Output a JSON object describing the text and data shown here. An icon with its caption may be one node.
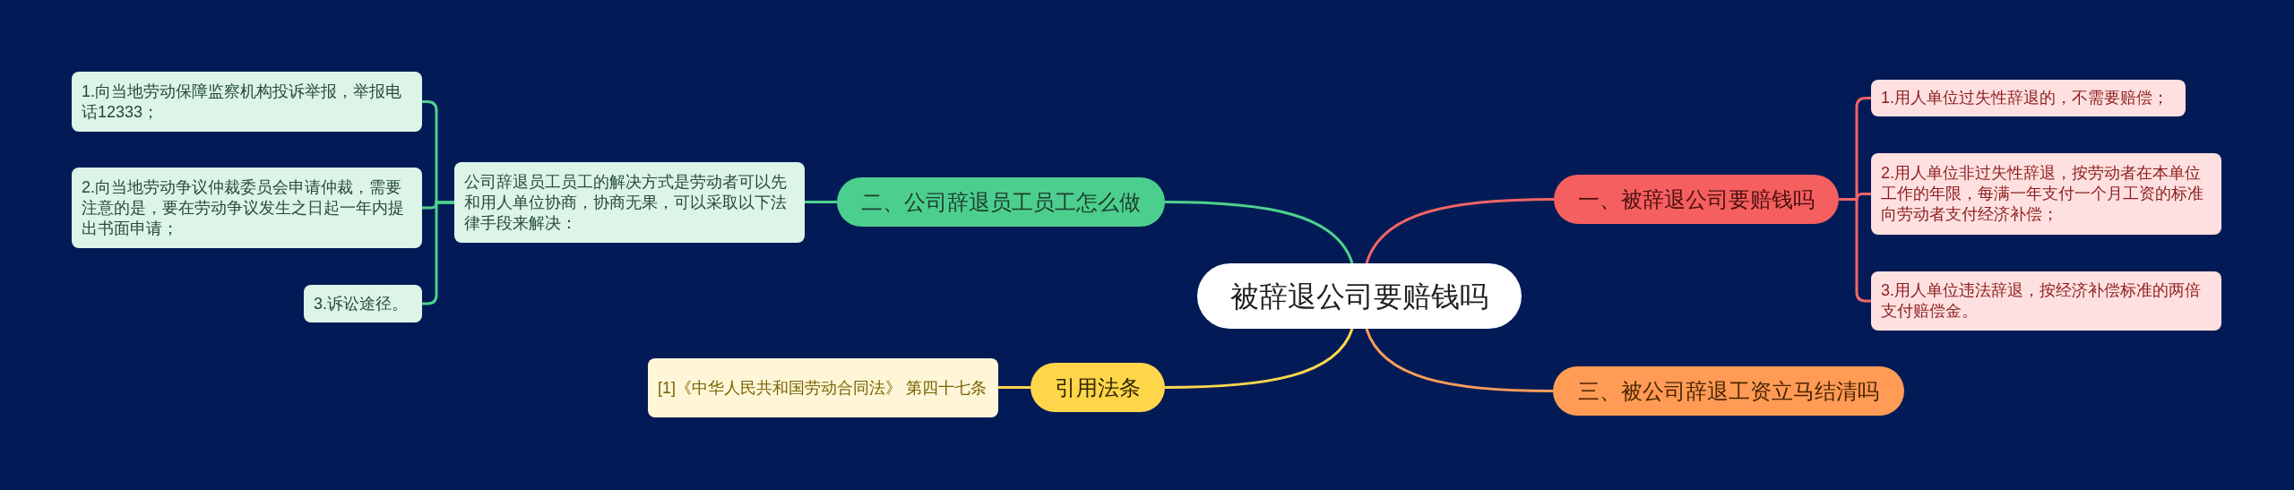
{
  "diagram": {
    "nodes": [
      {
        "text": [
          "被辞退公司要赔钱吗"
        ]
      },
      {
        "text": [
          "二、公司辞退员工员工怎么做"
        ]
      },
      {
        "text": [
          "公司辞退员工员工的解决方式是劳动者可以先和用人单位协商，协商无果，可以采取以下法律手段来解决："
        ]
      },
      {
        "text": [
          "1.向当地劳动保障监察机构投诉举报，举报电话12333；"
        ]
      },
      {
        "text": [
          "2.向当地劳动争议仲裁委员会申请仲裁，需要注意的是，要在劳动争议发生之日起一年内提出书面申请；"
        ]
      },
      {
        "text": [
          "3.诉讼途径。"
        ]
      },
      {
        "text": [
          "引用法条"
        ]
      },
      {
        "text": [
          "[1]《中华人民共和国劳动合同法》 第四十七条"
        ]
      },
      {
        "text": [
          "一、被辞退公司要赔钱吗"
        ]
      },
      {
        "text": [
          "1.用人单位过失性辞退的，不需要赔偿；"
        ]
      },
      {
        "text": [
          "2.用人单位非过失性辞退，按劳动者在本单位工作的年限，每满一年支付一个月工资的标准向劳动者支付经济补偿；"
        ]
      },
      {
        "text": [
          "3.用人单位违法辞退，按经济补偿标准的两倍支付赔偿金。"
        ]
      },
      {
        "text": [
          "三、被公司辞退工资立马结清吗"
        ]
      }
    ],
    "edges": [
      {
        "from": 0,
        "to": 1,
        "arrow": "none",
        "color": "#4fd18f"
      },
      {
        "from": 1,
        "to": 2,
        "arrow": "none",
        "color": "#4fd18f"
      },
      {
        "from": 2,
        "to": 3,
        "arrow": "none",
        "color": "#4fd18f"
      },
      {
        "from": 2,
        "to": 4,
        "arrow": "none",
        "color": "#4fd18f"
      },
      {
        "from": 2,
        "to": 5,
        "arrow": "none",
        "color": "#4fd18f"
      },
      {
        "from": 0,
        "to": 6,
        "arrow": "none",
        "color": "#ffd84d"
      },
      {
        "from": 6,
        "to": 7,
        "arrow": "none",
        "color": "#ffd84d"
      },
      {
        "from": 0,
        "to": 8,
        "arrow": "none",
        "color": "#f26565"
      },
      {
        "from": 8,
        "to": 9,
        "arrow": "none",
        "color": "#f26565"
      },
      {
        "from": 8,
        "to": 10,
        "arrow": "none",
        "color": "#f26565"
      },
      {
        "from": 8,
        "to": 11,
        "arrow": "none",
        "color": "#f26565"
      },
      {
        "from": 0,
        "to": 12,
        "arrow": "none",
        "color": "#ff9d5c"
      }
    ]
  }
}
